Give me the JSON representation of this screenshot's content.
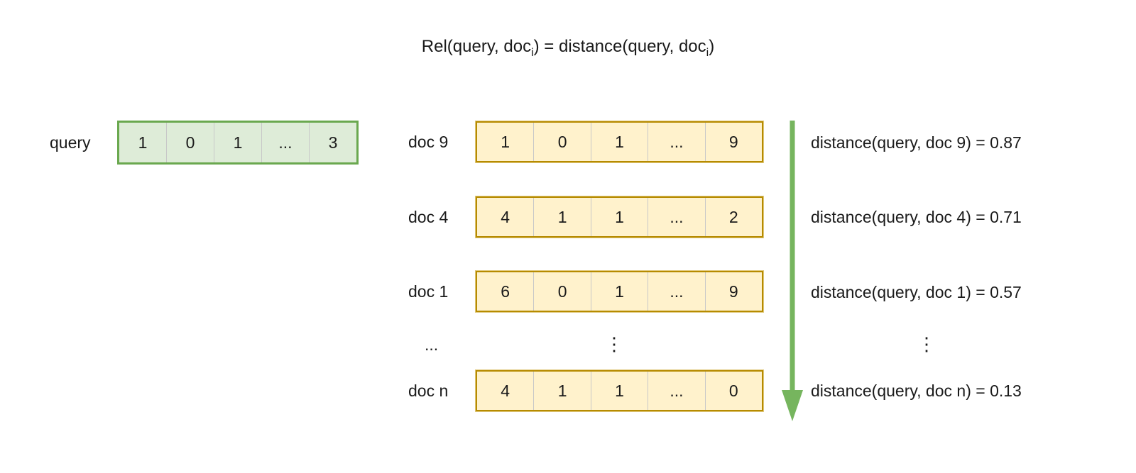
{
  "title": {
    "part1": "Rel(query, doc",
    "sub1": "i",
    "part2": ") = distance(query, doc",
    "sub2": "i",
    "part3": ")"
  },
  "query": {
    "label": "query",
    "cells": [
      "1",
      "0",
      "1",
      "...",
      "3"
    ]
  },
  "docs": [
    {
      "label": "doc 9",
      "cells": [
        "1",
        "0",
        "1",
        "...",
        "9"
      ],
      "distance": "distance(query, doc 9) = 0.87"
    },
    {
      "label": "doc 4",
      "cells": [
        "4",
        "1",
        "1",
        "...",
        "2"
      ],
      "distance": "distance(query, doc 4) = 0.71"
    },
    {
      "label": "doc 1",
      "cells": [
        "6",
        "0",
        "1",
        "...",
        "9"
      ],
      "distance": "distance(query, doc 1) = 0.57"
    },
    {
      "label": "doc n",
      "cells": [
        "4",
        "1",
        "1",
        "...",
        "0"
      ],
      "distance": "distance(query, doc n) = 0.13"
    }
  ],
  "ellipsis": {
    "label_dots": "...",
    "vector_dots": "⋮",
    "distance_dots": "⋮"
  },
  "colors": {
    "query_fill": "#deecd8",
    "query_border": "#6aa84f",
    "doc_fill": "#fff2cc",
    "doc_border": "#b68b00",
    "arrow_green": "#76b55e",
    "cell_divider": "#c8c8c8"
  }
}
